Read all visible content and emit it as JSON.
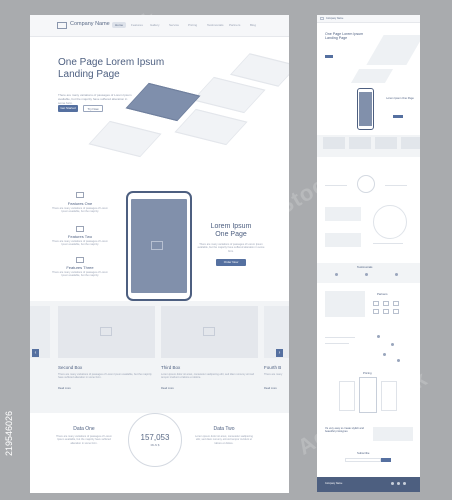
{
  "header": {
    "company_name": "Company Name",
    "nav": [
      "Home",
      "Features",
      "Gallery",
      "Service",
      "Pricing",
      "Testimonials",
      "Partners",
      "Blog"
    ]
  },
  "hero": {
    "title": "One Page Lorem Ipsum Landing Page",
    "text": "There are many variations of passages of Lorem Ipsum available, but the majority have suffered alteration in some form.",
    "primary_button": "Get Started",
    "secondary_button": "Try Now"
  },
  "features": [
    {
      "title": "Features One",
      "text": "There are many variations of passages of Lorem Ipsum available, but the majority"
    },
    {
      "title": "Features Two",
      "text": "There are many variations of passages of Lorem Ipsum available, but the majority"
    },
    {
      "title": "Features Three",
      "text": "There are many variations of passages of Lorem Ipsum available, but the majority"
    }
  ],
  "phone_section": {
    "title": "Lorem Ipsum One Page",
    "text": "There are many variations of passages of Lorem Ipsum available, but the majority have suffered alteration in some form.",
    "button": "Order Now"
  },
  "gallery": {
    "boxes": [
      {
        "title": "Second Box",
        "text": "There are many variations of passages of Lorem Ipsum available, but the majority have suffered alteration in some form.",
        "link": "Read more"
      },
      {
        "title": "Third Box",
        "text": "Lorem ipsum dolor sit amet, consetetur sadipscing elitr, sed diam nonumy eirmod tempor invidunt ut labore et dolore.",
        "link": "Read more"
      },
      {
        "title": "Fourth B",
        "text": "There are many",
        "link": "Read more"
      }
    ],
    "prev_arrow": "‹",
    "next_arrow": "›"
  },
  "data_section": {
    "left": {
      "title": "Data One",
      "text": "There are many variations of passages of Lorem Ipsum available, but the majority have suffered alteration in some form."
    },
    "center": {
      "value": "157,053",
      "label": "MLN $"
    },
    "right": {
      "title": "Data Two",
      "text": "Lorem ipsum dolor sit amet, consetetur sadipscing elitr, sed diam nonumy eirmod tempor invidunt ut labore et dolore."
    }
  },
  "side_preview": {
    "company_name": "Company Name",
    "hero_title": "One Page Lorem Ipsum Landing Page",
    "phone_title": "Lorem Ipsum One Page",
    "testimonials_title": "Testimonials",
    "partners_title": "Partners",
    "pricing_title": "Pricing",
    "closing_title": "It's very easy to create stylish and beautiful prototypes",
    "subscribe_title": "Subscribe",
    "footer_company": "Company Name"
  },
  "stock_id": "219546026",
  "colors": {
    "accent": "#5570a0",
    "heading": "#4d5f80",
    "background": "#a9abae",
    "placeholder": "#e4e7ec"
  }
}
